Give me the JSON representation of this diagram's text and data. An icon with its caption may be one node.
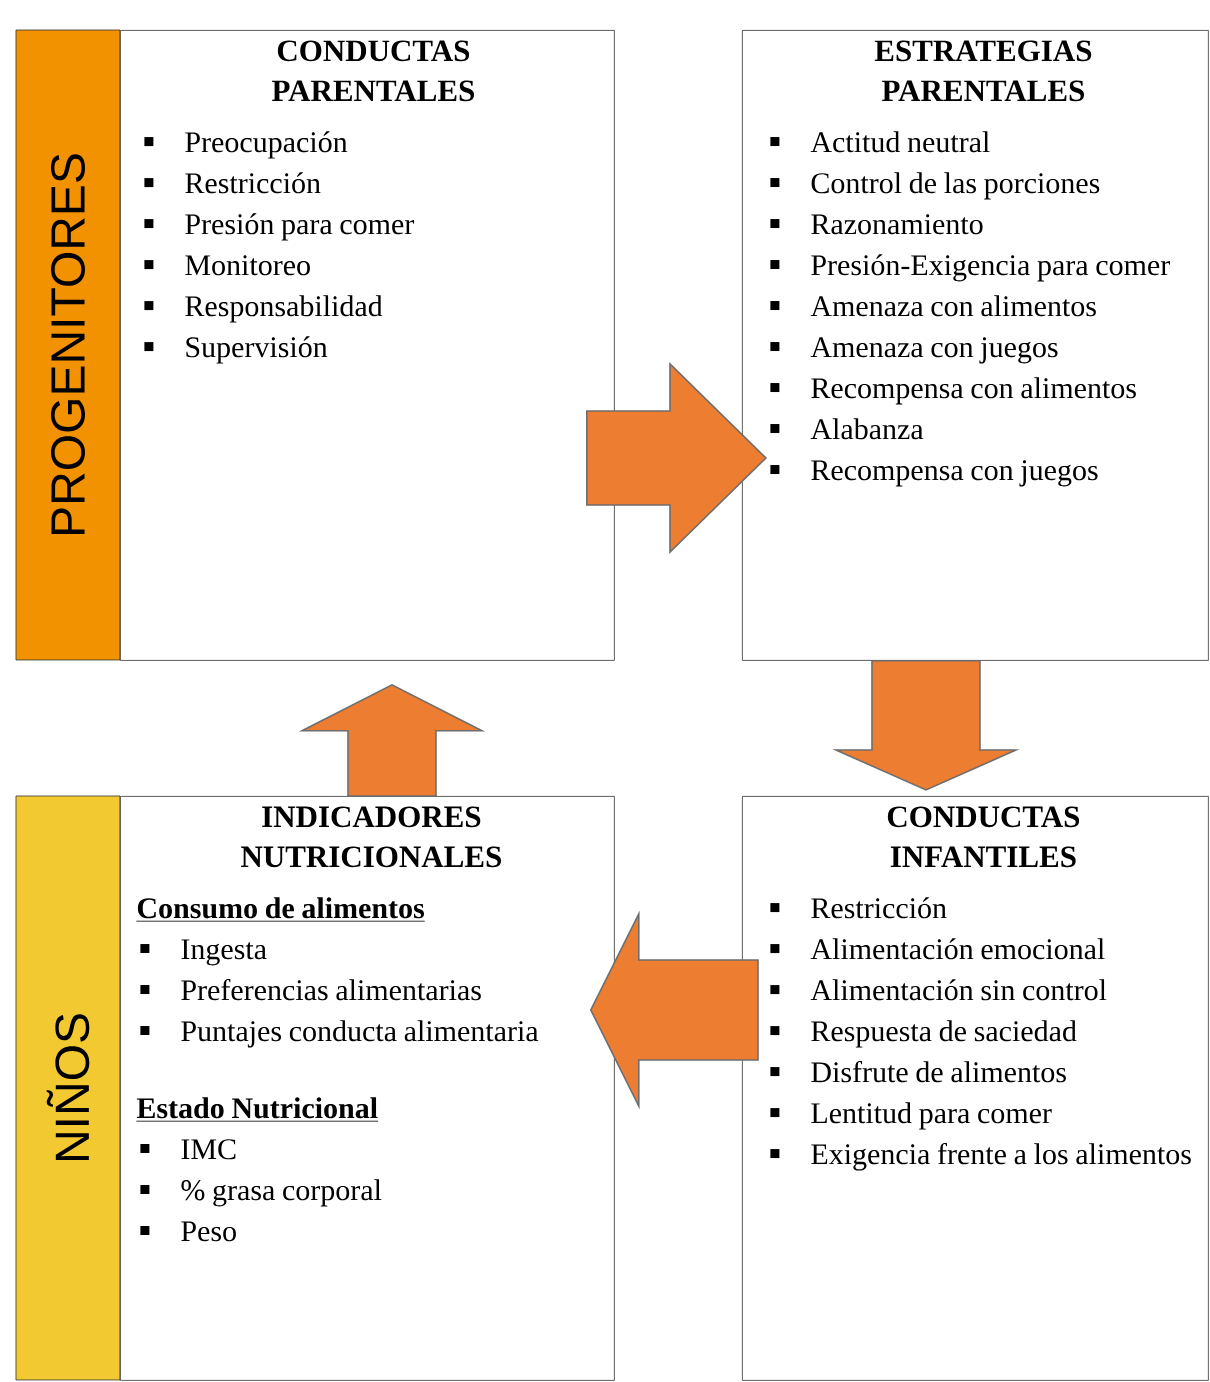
{
  "diagram": {
    "nodes": [
      {
        "text": [
          "PROGENITORES"
        ]
      },
      {
        "text": [
          "CONDUCTAS PARENTALES",
          "Preocupación",
          "Restricción",
          "Presión para comer",
          "Monitoreo",
          "Responsabilidad",
          "Supervisión"
        ]
      },
      {
        "text": [
          "ESTRATEGIAS PARENTALES",
          "Actitud neutral",
          "Control de las porciones",
          "Razonamiento",
          "Presión-Exigencia para comer",
          "Amenaza con alimentos",
          "Amenaza con juegos",
          "Recompensa con alimentos",
          "Alabanza",
          "Recompensa con juegos"
        ]
      },
      {
        "text": [
          "NIÑOS"
        ]
      },
      {
        "text": [
          "INDICADORES NUTRICIONALES",
          "Consumo de alimentos",
          "Ingesta",
          "Preferencias alimentarias",
          "Puntajes conducta alimentaria",
          "Estado Nutricional",
          "IMC",
          "% grasa corporal",
          "Peso"
        ]
      },
      {
        "text": [
          "CONDUCTAS INFANTILES",
          "Restricción",
          "Alimentación emocional",
          "Alimentación sin control",
          "Respuesta de saciedad",
          "Disfrute de alimentos",
          "Lentitud para comer",
          "Exigencia frente a los alimentos"
        ]
      }
    ],
    "edges": [
      {
        "from": 1,
        "to": 2,
        "arrow": "to"
      },
      {
        "from": 2,
        "to": 5,
        "arrow": "to"
      },
      {
        "from": 5,
        "to": 4,
        "arrow": "to"
      },
      {
        "from": 4,
        "to": 1,
        "arrow": "to"
      }
    ]
  }
}
